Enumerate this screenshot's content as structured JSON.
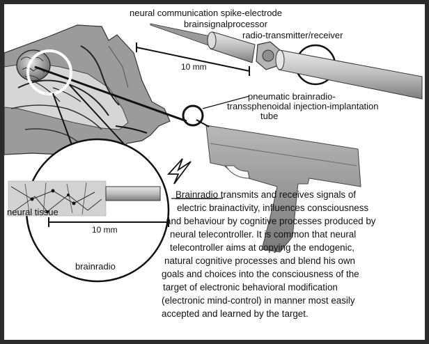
{
  "labels": {
    "spike_electrode": "neural communication spike-electrode",
    "signal_processor": "brainsignalprocessor",
    "radio_transmitter": "radio-transmitter/receiver",
    "scale_top": "10 mm",
    "pneumatic_line1": "pneumatic brainradio-",
    "pneumatic_line2": "transsphenoidal injection-implantation",
    "pneumatic_line3": "tube",
    "neural_tissue": "neural tissue",
    "scale_bottom": "10 mm",
    "brainradio": "brainradio"
  },
  "paragraph": {
    "term": "Brainradio",
    "lines": [
      " transmits  and receives signals of",
      "electric brainactivity, influences consciousness",
      "and behaviour by cognitive processes produced by",
      "neural telecontroller. It is common that neural",
      "telecontroller aims at copying the endogenic,",
      "natural cognitive processes and blend his own",
      "goals and choices into the consciousness of the",
      "target of electronic behavioral modification",
      "(electronic mind-control) in manner most easily",
      "accepted and learned by the target."
    ]
  },
  "colors": {
    "frame": "#2b2b2b",
    "background": "#ffffff",
    "ink": "#111111",
    "gun": "#9a9a9a"
  }
}
